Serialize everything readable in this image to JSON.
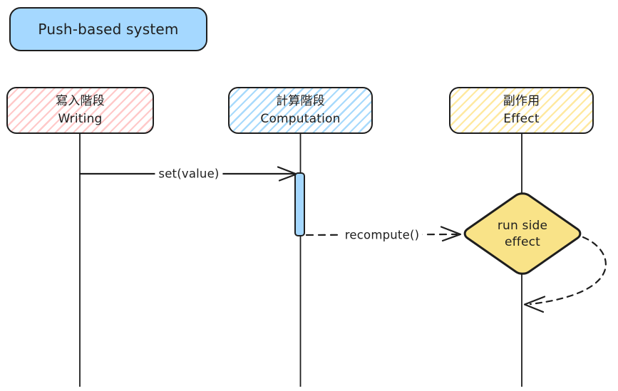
{
  "title": {
    "label": "Push-based system"
  },
  "participants": [
    {
      "name_zh": "寫入階段",
      "name_en": "Writing"
    },
    {
      "name_zh": "計算階段",
      "name_en": "Computation"
    },
    {
      "name_zh": "副作用",
      "name_en": "Effect"
    }
  ],
  "messages": [
    {
      "label": "set(value)",
      "from": "Writing",
      "to": "Computation",
      "line": "solid"
    },
    {
      "label": "recompute()",
      "from": "Computation",
      "to": "Effect",
      "line": "dashed"
    }
  ],
  "effect_node": {
    "label": "run side effect",
    "shape": "diamond"
  },
  "self_loop": {
    "from": "Effect",
    "to": "Effect",
    "line": "dashed"
  },
  "colors": {
    "stroke": "#1e1e1e",
    "background": "#ffffff",
    "title-fill": "#a5d8ff",
    "activation-fill": "#a5d8ff",
    "diamond-fill": "#f9e388",
    "hatch-pink": "#ffc9c9",
    "hatch-blue": "#a8dafc",
    "hatch-yellow": "#ffe9a0"
  }
}
